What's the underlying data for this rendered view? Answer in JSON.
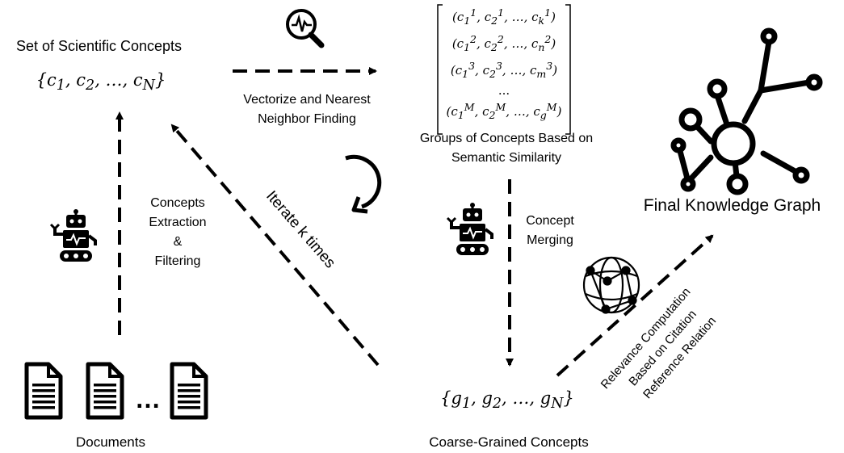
{
  "nodes": {
    "concepts_title": "Set of Scientific Concepts",
    "concepts_set": "{c1, c2, ..., cN}",
    "documents": "Documents",
    "doc_ellipsis": "…",
    "groups_rows": [
      "(c1¹, c2¹, ..., ck¹)",
      "(c1², c2², ..., cn²)",
      "(c1³, c2³, ..., cm³)",
      "...",
      "(c1ᴹ, c2ᴹ, ..., cgᴹ)"
    ],
    "groups_label_1": "Groups of Concepts Based on",
    "groups_label_2": "Semantic Similarity",
    "coarse_set": "{g1, g2, ..., gN}",
    "coarse_label": "Coarse-Grained Concepts",
    "kg_label": "Final Knowledge Graph"
  },
  "edges": {
    "extraction_1": "Concepts",
    "extraction_2": "Extraction",
    "extraction_3": "&",
    "extraction_4": "Filtering",
    "vectorize_1": "Vectorize and Nearest",
    "vectorize_2": "Neighbor Finding",
    "iterate": "Iterate k times",
    "merging_1": "Concept",
    "merging_2": "Merging",
    "relevance_1": "Relevance Computation",
    "relevance_2": "Based on Citation",
    "relevance_3": "Reference Relation"
  },
  "icons": [
    "robot-icon",
    "document-icon",
    "search-waveform-icon",
    "globe-network-icon",
    "knowledge-graph-icon",
    "refresh-arrow-icon"
  ]
}
